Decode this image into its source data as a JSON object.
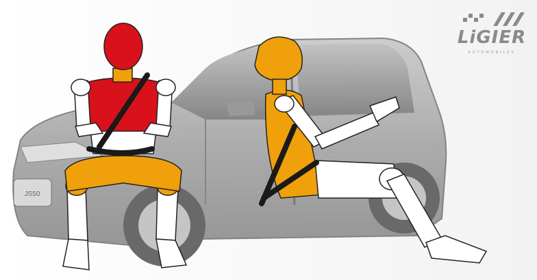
{
  "logo": {
    "brand": "LiGIER",
    "tagline": "AUTOMOBILES",
    "icon": "checkered-flag-icon"
  },
  "colors": {
    "head_red": "#d8111b",
    "torso_red": "#d8111b",
    "orange": "#f0a00a",
    "belt": "#1a1a1a",
    "car_body": "#9a9a9a"
  },
  "figures": [
    {
      "name": "seated-dummy-front",
      "belt": "lap-and-shoulder"
    },
    {
      "name": "seated-dummy-side",
      "belt": "lap-and-shoulder"
    }
  ]
}
